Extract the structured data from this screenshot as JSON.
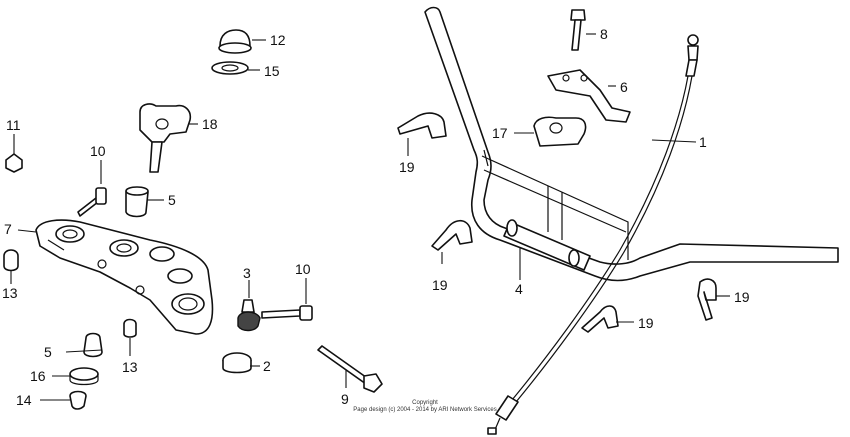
{
  "labels": {
    "l1": "1",
    "l2": "2",
    "l3": "3",
    "l4": "4",
    "l5a": "5",
    "l5b": "5",
    "l6": "6",
    "l7": "7",
    "l8": "8",
    "l9": "9",
    "l10a": "10",
    "l10b": "10",
    "l11": "11",
    "l12": "12",
    "l13a": "13",
    "l13b": "13",
    "l14": "14",
    "l15": "15",
    "l16": "16",
    "l17": "17",
    "l18": "18",
    "l19a": "19",
    "l19b": "19",
    "l19c": "19",
    "l19d": "19"
  },
  "copyright": {
    "line1": "Copyright",
    "line2": "Page design (c) 2004 - 2014 by ARI Network Services"
  }
}
